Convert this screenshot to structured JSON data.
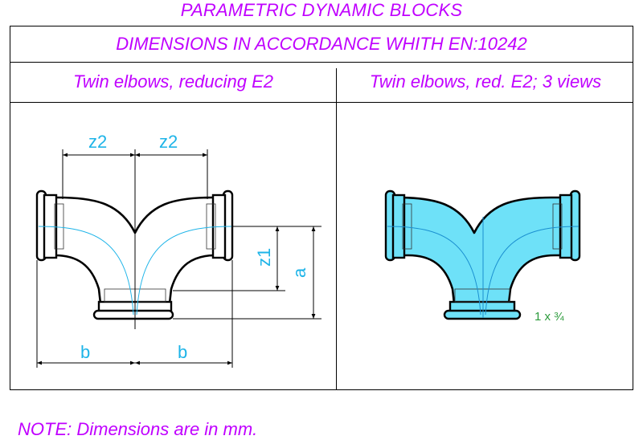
{
  "header": {
    "title": "PARAMETRIC DYNAMIC BLOCKS",
    "subtitle": "DIMENSIONS IN ACCORDANCE WHITH EN:10242"
  },
  "panels": {
    "left_title": "Twin elbows, reducing E2",
    "right_title": "Twin elbows, red.  E2; 3 views"
  },
  "dimensions": {
    "z2_left": "z2",
    "z2_right": "z2",
    "z1": "z1",
    "a": "a",
    "b_left": "b",
    "b_right": "b"
  },
  "size_label": "1 x ¾",
  "note": "NOTE: Dimensions are in mm.",
  "colors": {
    "accent": "#c000ff",
    "dimension": "#1eb4e8",
    "fill": "#6ee1f8",
    "size_label": "#2a9a3a"
  }
}
